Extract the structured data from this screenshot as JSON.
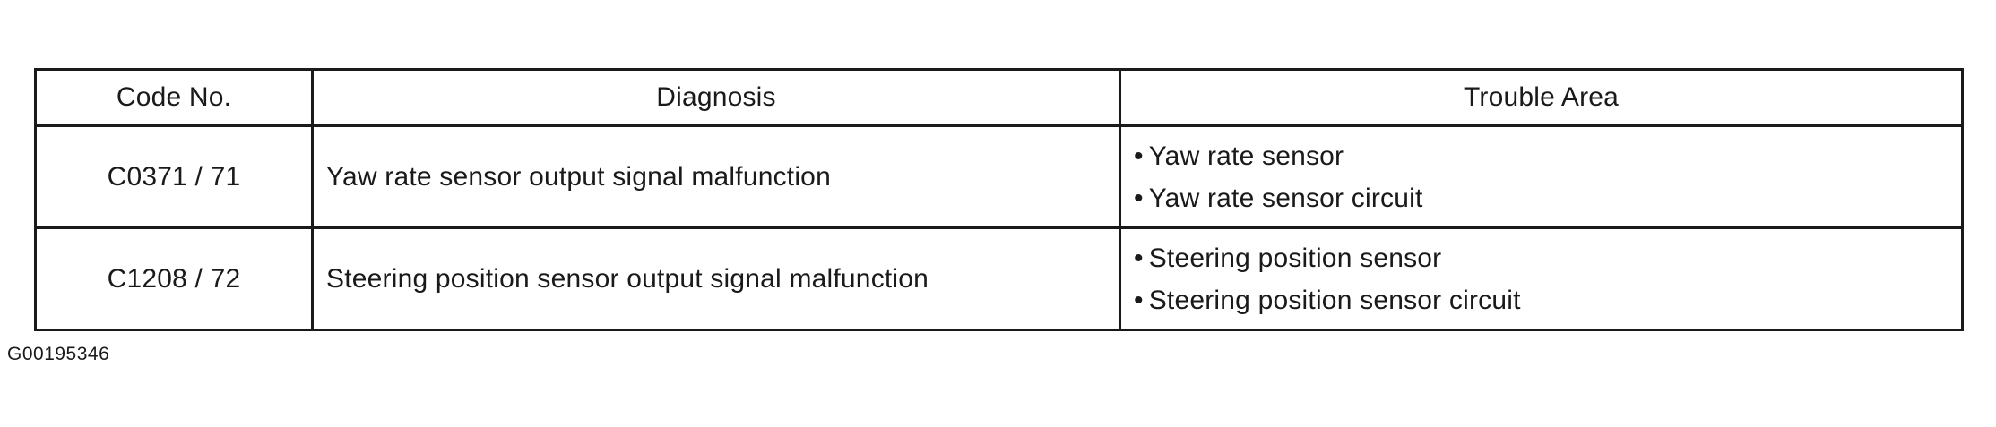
{
  "table": {
    "headers": [
      "Code No.",
      "Diagnosis",
      "Trouble Area"
    ],
    "rows": [
      {
        "code": "C0371 / 71",
        "diagnosis": "Yaw rate sensor output signal malfunction",
        "trouble_area": [
          "Yaw rate sensor",
          "Yaw rate sensor circuit"
        ]
      },
      {
        "code": "C1208 / 72",
        "diagnosis": "Steering position sensor output signal malfunction",
        "trouble_area": [
          "Steering position sensor",
          "Steering position sensor circuit"
        ]
      }
    ]
  },
  "bullet_symbol": "•",
  "figure_ref": "G00195346"
}
